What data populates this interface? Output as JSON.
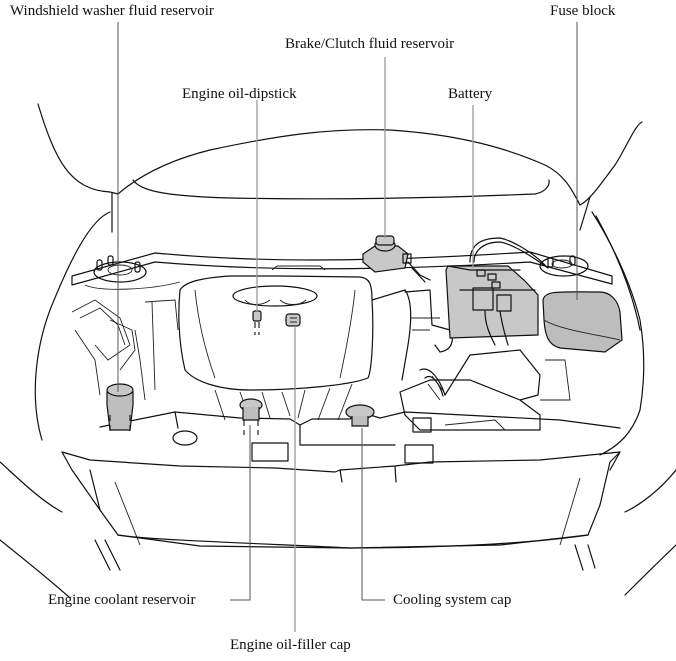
{
  "figure": {
    "subject": "Engine compartment overview",
    "labels": {
      "windshield_washer": "Windshield washer fluid reservoir",
      "brake_clutch": "Brake/Clutch fluid reservoir",
      "fuse_block": "Fuse block",
      "oil_dipstick": "Engine oil-dipstick",
      "battery": "Battery",
      "coolant_reservoir": "Engine coolant reservoir",
      "cooling_cap": "Cooling system cap",
      "oil_filler": "Engine oil-filler cap"
    },
    "colors": {
      "line": "#111111",
      "leader": "#9a9a9a",
      "highlight_fill": "#c8c8c8",
      "background": "#ffffff"
    }
  }
}
